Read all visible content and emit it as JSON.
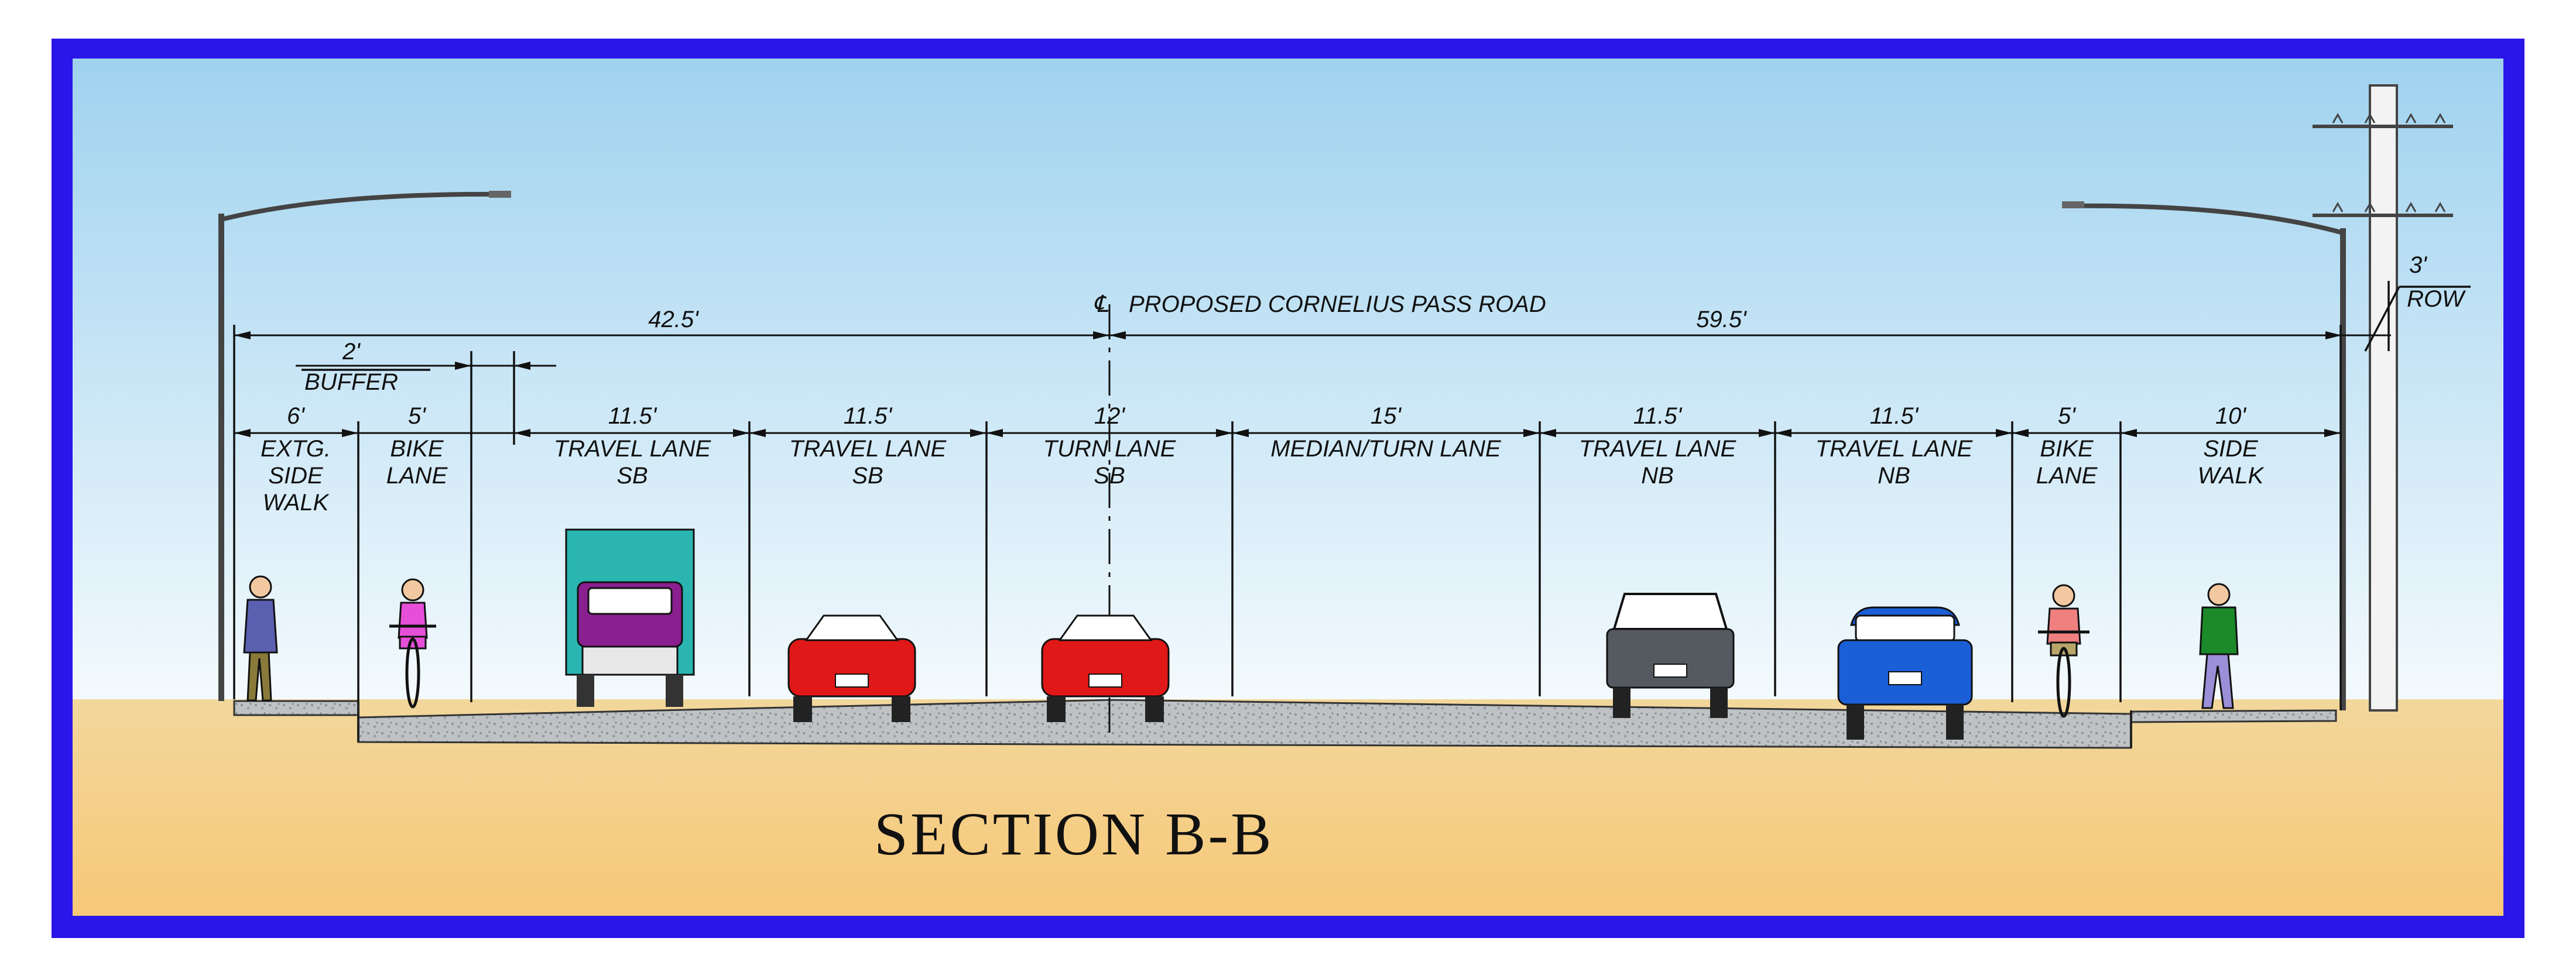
{
  "title": "SECTION B-B",
  "centerline": {
    "symbol": "℄",
    "label": "PROPOSED CORNELIUS PASS ROAD"
  },
  "overall_dims": {
    "left": "42.5'",
    "right": "59.5'"
  },
  "row": {
    "width": "3'",
    "label": "ROW"
  },
  "buffer": {
    "width": "2'",
    "label": "BUFFER"
  },
  "segments": [
    {
      "width": "6'",
      "lines": [
        "EXTG.",
        "SIDE",
        "WALK"
      ]
    },
    {
      "width": "5'",
      "lines": [
        "BIKE",
        "LANE"
      ]
    },
    {
      "width": "11.5'",
      "lines": [
        "TRAVEL LANE",
        "SB"
      ]
    },
    {
      "width": "11.5'",
      "lines": [
        "TRAVEL LANE",
        "SB"
      ]
    },
    {
      "width": "12'",
      "lines": [
        "TURN LANE",
        "SB"
      ]
    },
    {
      "width": "15'",
      "lines": [
        "MEDIAN/TURN LANE"
      ]
    },
    {
      "width": "11.5'",
      "lines": [
        "TRAVEL LANE",
        "NB"
      ]
    },
    {
      "width": "11.5'",
      "lines": [
        "TRAVEL LANE",
        "NB"
      ]
    },
    {
      "width": "5'",
      "lines": [
        "BIKE",
        "LANE"
      ]
    },
    {
      "width": "10'",
      "lines": [
        "SIDE",
        "WALK"
      ]
    }
  ],
  "colors": {
    "frame": "#2a16e8",
    "sky_top": "#9fd2ef",
    "sky_bottom": "#f4fafd",
    "ground_top": "#f2d79c",
    "ground_bottom": "#f7c877",
    "pavement": "#b9bcbf",
    "box_truck_body": "#2ab5b0",
    "box_truck_cab": "#8a1f8f",
    "car_red": "#e01818",
    "suv_blue": "#1a5fd6",
    "pickup_gray": "#555a60"
  }
}
